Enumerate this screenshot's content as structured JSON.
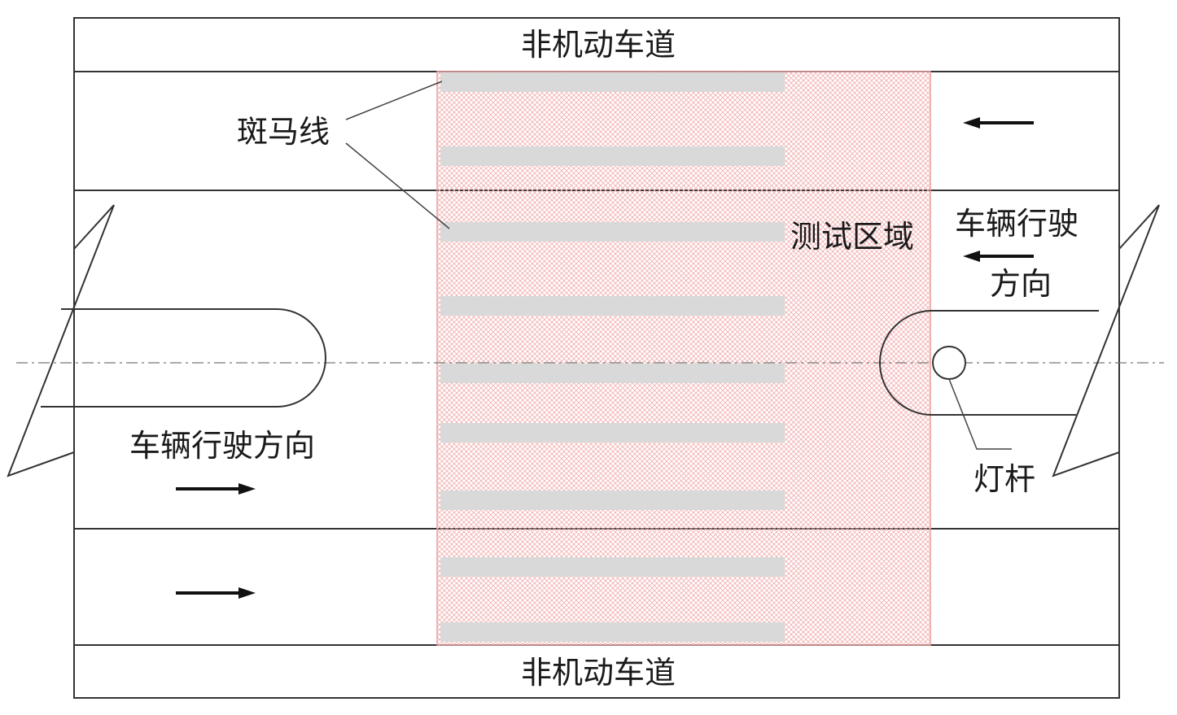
{
  "labels": {
    "bike_lane_top": "非机动车道",
    "bike_lane_bottom": "非机动车道",
    "zebra_crossing": "斑马线",
    "test_area": "测试区域",
    "direction_left": "车辆行驶方向",
    "direction_right_line1": "车辆行驶",
    "direction_right_line2": "方向",
    "lamp_post": "灯杆"
  },
  "colors": {
    "line": "#333333",
    "zebra_stripe": "#d9d9d9",
    "test_area_hatch": "#f3b0b0",
    "test_area_border": "#e8a0a0"
  },
  "zebra_stripe_count": 9
}
